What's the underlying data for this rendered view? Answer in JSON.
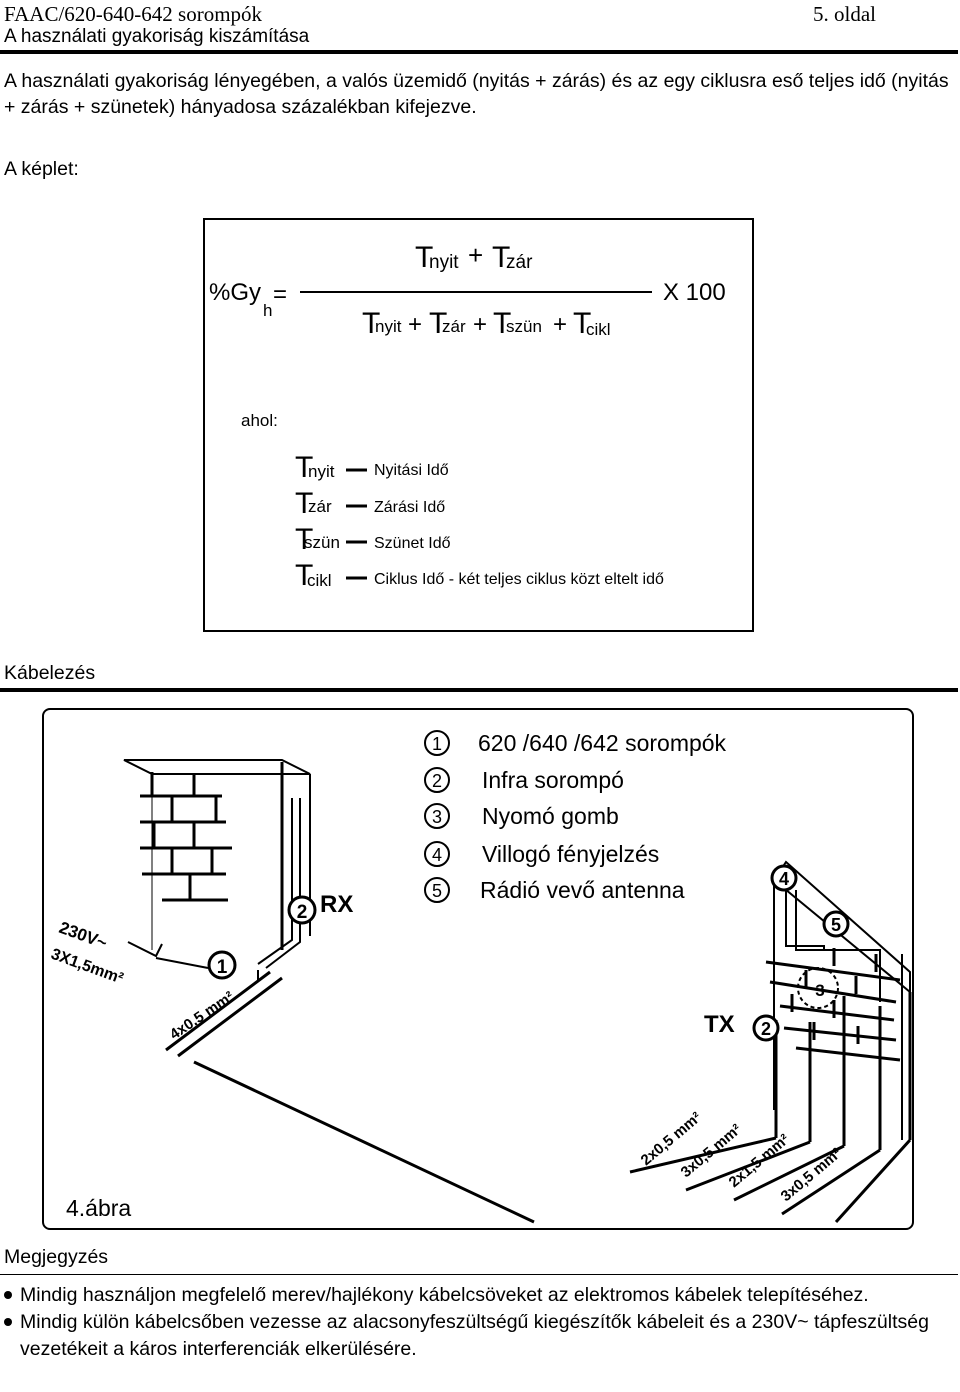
{
  "header": {
    "title": "FAAC/620-640-642 sorompók",
    "subtitle": "A használati gyakoriság kiszámítása",
    "page": "5. oldal"
  },
  "intro": "A használati gyakoriság lényegében, a valós üzemidő (nyitás + zárás) és az egy ciklusra eső teljes idő (nyitás + zárás + szünetek) hányadosa százalékban kifejezve.",
  "formula_label": "A képlet:",
  "formula": {
    "lhs_main": "%Gy",
    "lhs_sub": "h",
    "equals": "=",
    "T": "T",
    "plus": "+",
    "sub_nyit": "nyit",
    "sub_zar": "zár",
    "sub_szun": "szün",
    "sub_cikl": "cikl",
    "multiplier": "X 100",
    "where": "ahol:",
    "legend": [
      {
        "sub": "nyit",
        "desc": "Nyitási Idő"
      },
      {
        "sub": "zár",
        "desc": "Zárási Idő"
      },
      {
        "sub": "szün",
        "desc": "Szünet Idő"
      },
      {
        "sub": "cikl",
        "desc": "Ciklus Idő - két teljes ciklus közt eltelt idő"
      }
    ]
  },
  "cabling_label": "Kábelezés",
  "figure": {
    "legend": [
      {
        "num": "1",
        "text": "620 /640 /642 sorompók"
      },
      {
        "num": "2",
        "text": "Infra sorompó"
      },
      {
        "num": "3",
        "text": "Nyomó gomb"
      },
      {
        "num": "4",
        "text": "Villogó fényjelzés"
      },
      {
        "num": "5",
        "text": "Rádió vevő antenna"
      }
    ],
    "rx": "RX",
    "tx": "TX",
    "mark_1": "1",
    "mark_2": "2",
    "mark_3": "3",
    "mark_4": "4",
    "mark_5": "5",
    "power": "230V~",
    "cable_power": "3X1,5mm²",
    "cable_barrier": "4x0,5 mm²",
    "cable_tx": [
      "2x0,5 mm²",
      "3x0,5 mm²",
      "2x1,5 mm²",
      "3x0,5 mm²"
    ],
    "caption": "4.ábra"
  },
  "notes_label": "Megjegyzés",
  "notes": [
    "Mindig használjon megfelelő merev/hajlékony kábelcsöveket az elektromos kábelek telepítéséhez.",
    "Mindig külön kábelcsőben vezesse az alacsonyfeszültségű kiegészítők kábeleit és a 230V~ tápfeszültség vezetékeit a káros interferenciák elkerülésére."
  ]
}
